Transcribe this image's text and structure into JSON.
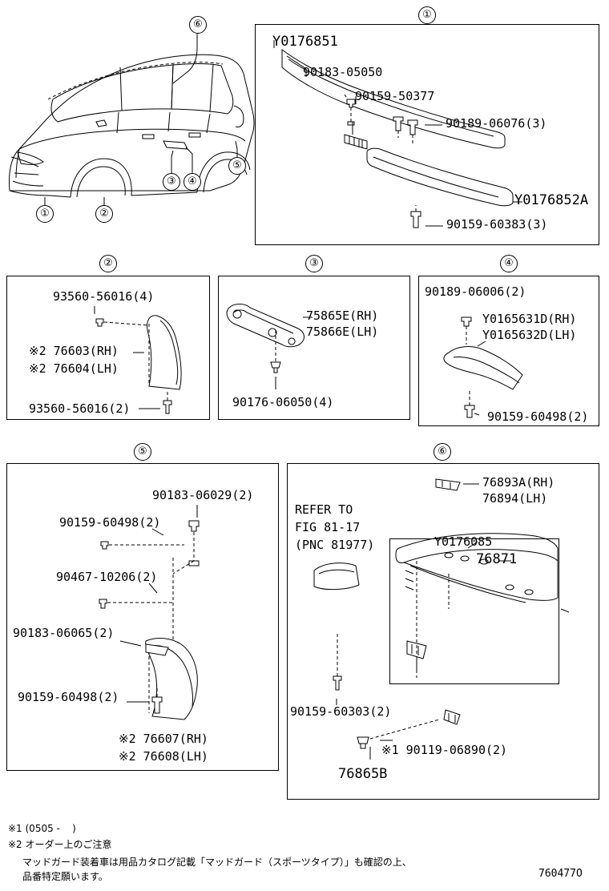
{
  "callouts": {
    "c1": "①",
    "c2": "②",
    "c3": "③",
    "c4": "④",
    "c5": "⑤",
    "c6": "⑥"
  },
  "panel1": {
    "parts": [
      {
        "id": "p1_1",
        "text": "Y0176851"
      },
      {
        "id": "p1_2",
        "text": "90183-05050"
      },
      {
        "id": "p1_3",
        "text": "90159-50377"
      },
      {
        "id": "p1_4",
        "text": "90189-06076(3)"
      },
      {
        "id": "p1_5",
        "text": "Y0176852A"
      },
      {
        "id": "p1_6",
        "text": "90159-60383(3)"
      }
    ]
  },
  "panel2": {
    "parts": [
      {
        "id": "p2_1",
        "text": "93560-56016(4)"
      },
      {
        "id": "p2_2",
        "text": "※2 76603(RH)"
      },
      {
        "id": "p2_3",
        "text": "※2 76604(LH)"
      },
      {
        "id": "p2_4",
        "text": "93560-56016(2)"
      }
    ]
  },
  "panel3": {
    "parts": [
      {
        "id": "p3_1",
        "text": "75865E(RH)"
      },
      {
        "id": "p3_2",
        "text": "75866E(LH)"
      },
      {
        "id": "p3_3",
        "text": "90176-06050(4)"
      }
    ]
  },
  "panel4": {
    "parts": [
      {
        "id": "p4_1",
        "text": "90189-06006(2)"
      },
      {
        "id": "p4_2",
        "text": "Y0165631D(RH)"
      },
      {
        "id": "p4_3",
        "text": "Y0165632D(LH)"
      },
      {
        "id": "p4_4",
        "text": "90159-60498(2)"
      }
    ]
  },
  "panel5": {
    "parts": [
      {
        "id": "p5_1",
        "text": "90183-06029(2)"
      },
      {
        "id": "p5_2",
        "text": "90159-60498(2)"
      },
      {
        "id": "p5_3",
        "text": "90467-10206(2)"
      },
      {
        "id": "p5_4",
        "text": "90183-06065(2)"
      },
      {
        "id": "p5_5",
        "text": "90159-60498(2)"
      },
      {
        "id": "p5_6",
        "text": "※2 76607(RH)"
      },
      {
        "id": "p5_7",
        "text": "※2 76608(LH)"
      }
    ]
  },
  "panel6": {
    "parts": [
      {
        "id": "p6_1",
        "text": "76893A(RH)"
      },
      {
        "id": "p6_2",
        "text": "76894(LH)"
      },
      {
        "id": "p6_3",
        "text": "Y0176085"
      },
      {
        "id": "p6_4",
        "text": "76871"
      },
      {
        "id": "p6_5",
        "text": "90159-60303(2)"
      },
      {
        "id": "p6_6",
        "text": "※1 90119-06890(2)"
      },
      {
        "id": "p6_7",
        "text": "76865B"
      }
    ],
    "refer": [
      "REFER TO",
      "FIG 81-17",
      "(PNC 81977)"
    ]
  },
  "footnotes": {
    "n1": "※1 (0505 -    )",
    "n2": "※2 オーダー上のご注意",
    "n3": "マッドガード装着車は用品カタログ記載「マッドガード（スポーツタイプ）」も確認の上、",
    "n4": "品番特定願います。"
  },
  "diagram_code": "760477O"
}
